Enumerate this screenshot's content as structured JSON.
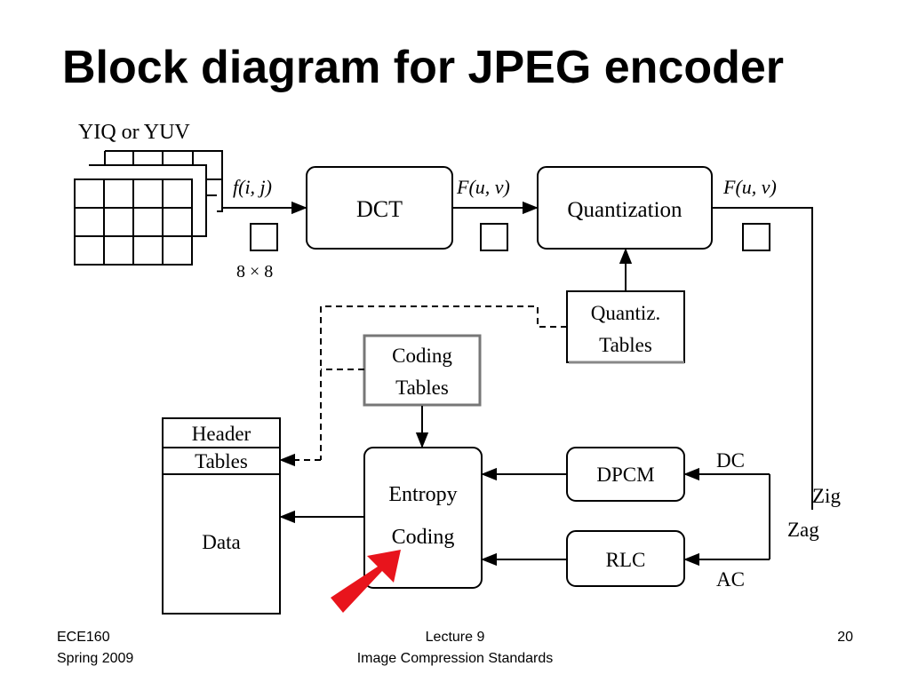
{
  "title": "Block diagram for JPEG encoder",
  "diagram": {
    "input_label": "YIQ or YUV",
    "f_ij": "f(i, j)",
    "block_size": "8 × 8",
    "dct": "DCT",
    "F_uv_1": "F(u, v)",
    "quantization": "Quantization",
    "F_uv_2": "F(u, v)",
    "quantiz_tables_line1": "Quantiz.",
    "quantiz_tables_line2": "Tables",
    "coding_tables_line1": "Coding",
    "coding_tables_line2": "Tables",
    "header": "Header",
    "tables": "Tables",
    "data": "Data",
    "entropy_line1": "Entropy",
    "entropy_line2": "Coding",
    "dpcm": "DPCM",
    "rlc": "RLC",
    "dc": "DC",
    "ac": "AC",
    "zig": "Zig",
    "zag": "Zag",
    "highlight_arrow_color": "#e8141c"
  },
  "footer": {
    "course": "ECE160",
    "term": "Spring 2009",
    "lecture": "Lecture 9",
    "topic": "Image Compression Standards",
    "page": "20"
  }
}
